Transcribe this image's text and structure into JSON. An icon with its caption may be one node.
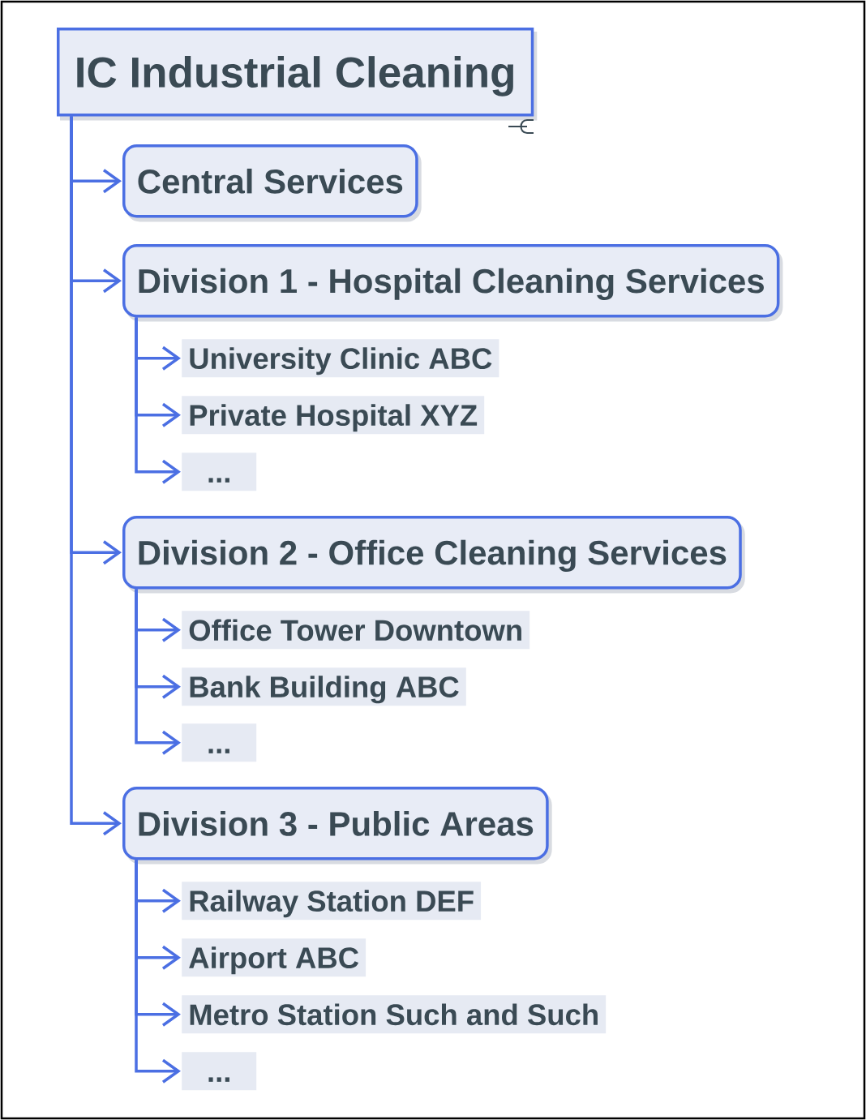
{
  "diagram": {
    "nodes": [
      {
        "text": [
          "IC Industrial Cleaning"
        ]
      },
      {
        "text": [
          "Central Services"
        ]
      },
      {
        "text": [
          "Division 1 - Hospital Cleaning Services"
        ]
      },
      {
        "text": [
          "University Clinic ABC"
        ]
      },
      {
        "text": [
          "Private Hospital XYZ"
        ]
      },
      {
        "text": [
          "..."
        ]
      },
      {
        "text": [
          "Division 2 - Office Cleaning Services"
        ]
      },
      {
        "text": [
          "Office Tower Downtown"
        ]
      },
      {
        "text": [
          "Bank Building ABC"
        ]
      },
      {
        "text": [
          "..."
        ]
      },
      {
        "text": [
          "Division 3 - Public Areas"
        ]
      },
      {
        "text": [
          "Railway Station DEF"
        ]
      },
      {
        "text": [
          "Airport ABC"
        ]
      },
      {
        "text": [
          "Metro Station Such and Such"
        ]
      },
      {
        "text": [
          "..."
        ]
      }
    ],
    "edges": [
      {
        "from": 0,
        "to": 1,
        "arrow": "to"
      },
      {
        "from": 0,
        "to": 2,
        "arrow": "to"
      },
      {
        "from": 0,
        "to": 6,
        "arrow": "to"
      },
      {
        "from": 0,
        "to": 10,
        "arrow": "to"
      },
      {
        "from": 2,
        "to": 3,
        "arrow": "to"
      },
      {
        "from": 2,
        "to": 4,
        "arrow": "to"
      },
      {
        "from": 2,
        "to": 5,
        "arrow": "to"
      },
      {
        "from": 6,
        "to": 7,
        "arrow": "to"
      },
      {
        "from": 6,
        "to": 8,
        "arrow": "to"
      },
      {
        "from": 6,
        "to": 9,
        "arrow": "to"
      },
      {
        "from": 10,
        "to": 11,
        "arrow": "to"
      },
      {
        "from": 10,
        "to": 12,
        "arrow": "to"
      },
      {
        "from": 10,
        "to": 13,
        "arrow": "to"
      },
      {
        "from": 10,
        "to": 14,
        "arrow": "to"
      }
    ]
  }
}
